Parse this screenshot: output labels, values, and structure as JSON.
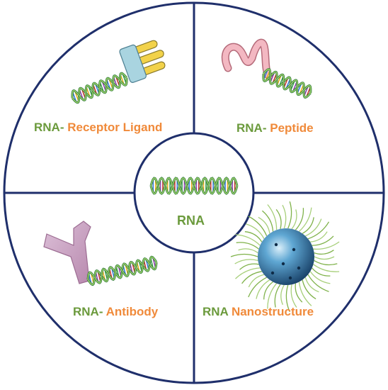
{
  "center": {
    "label": "RNA"
  },
  "quadrants": {
    "receptor_ligand": {
      "prefix": "RNA-",
      "suffix": "Receptor  Ligand"
    },
    "peptide": {
      "prefix": "RNA-",
      "suffix": "Peptide"
    },
    "antibody": {
      "prefix": "RNA-",
      "suffix": "Antibody"
    },
    "nanostructure": {
      "prefix": "RNA",
      "suffix": "Nanostructure"
    }
  },
  "colors": {
    "outline": "#1f2f6b",
    "rna_label": "#6b9a3c",
    "conjugate_label": "#f08a3a",
    "ligand_fingers": "#f2d24a",
    "ligand_block": "#a9d4e0",
    "peptide": "#f3b8c2",
    "antibody": "#c89bbf",
    "nanoparticle": "#2f7bb1"
  }
}
